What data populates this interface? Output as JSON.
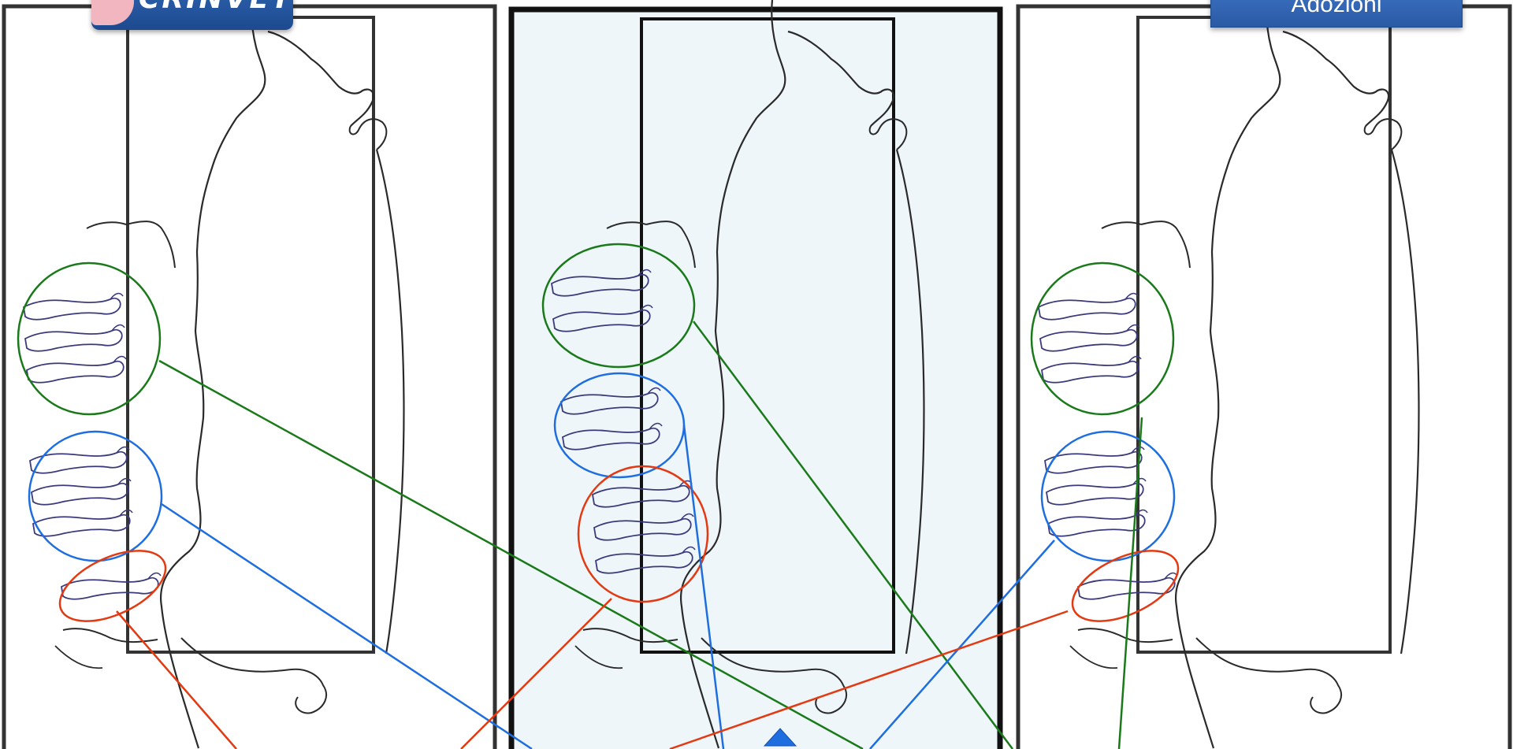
{
  "header": {
    "logo_text": "CRINVET",
    "topic_button_label": "Adozioni"
  },
  "diagram": {
    "panels": [
      {
        "id": "left",
        "groups": [
          "green",
          "blue",
          "red"
        ],
        "emphasized": false
      },
      {
        "id": "center",
        "groups": [
          "green",
          "blue",
          "red"
        ],
        "emphasized": true
      },
      {
        "id": "right",
        "groups": [
          "green",
          "blue",
          "red"
        ],
        "emphasized": false
      }
    ],
    "colors": {
      "green": "#1a7a1a",
      "blue": "#1e6ee0",
      "red": "#e23a12",
      "frame": "#333333",
      "pointer": "#1e6ee0"
    },
    "pointer_icon": "triangle-up"
  }
}
